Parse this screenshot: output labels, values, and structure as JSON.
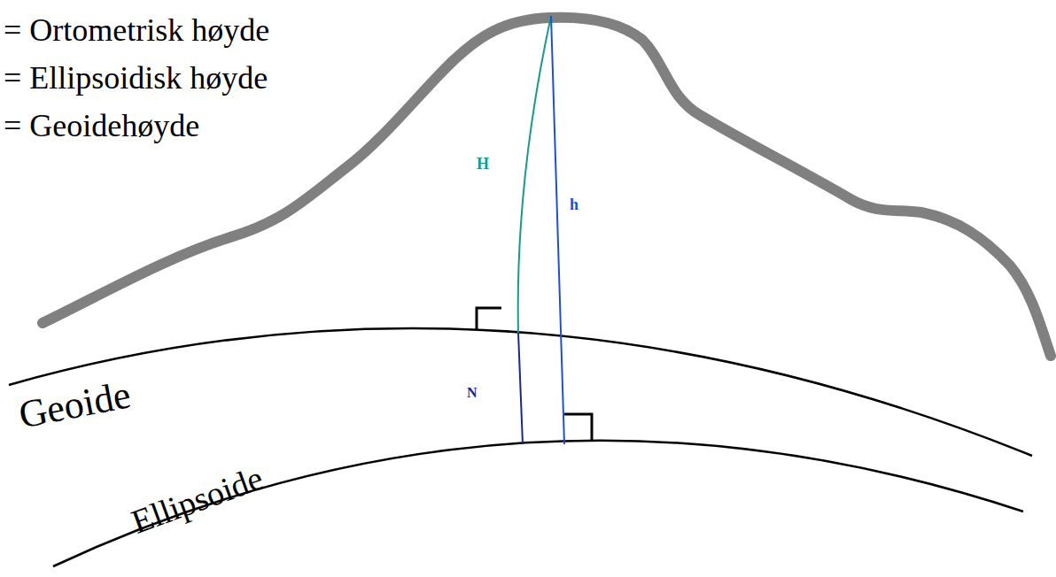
{
  "diagram": {
    "labels": [
      "= Ortometrisk høyde",
      "= Ellipsoidisk høyde",
      "= Geoidehøyde",
      "H",
      "h",
      "N",
      "Geoide",
      "Ellipsoide"
    ]
  }
}
